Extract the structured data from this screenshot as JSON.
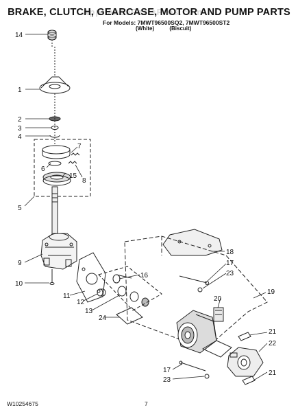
{
  "header": {
    "title": "BRAKE, CLUTCH, GEARCASE, MOTOR AND PUMP PARTS",
    "models_line": "For Models: 7MWT96500SQ2, 7MWT96500ST2",
    "variant_white": "(White)",
    "variant_biscuit": "(Biscuit)",
    "watermark": "AppliancePartsPros.com"
  },
  "footer": {
    "document_code": "W10254675",
    "page_number": "7"
  },
  "callouts": [
    {
      "id": "c14a",
      "label": "14"
    },
    {
      "id": "c1",
      "label": "1"
    },
    {
      "id": "c2",
      "label": "2"
    },
    {
      "id": "c3",
      "label": "3"
    },
    {
      "id": "c4",
      "label": "4"
    },
    {
      "id": "c7",
      "label": "7"
    },
    {
      "id": "c6",
      "label": "6"
    },
    {
      "id": "c15",
      "label": "15"
    },
    {
      "id": "c8",
      "label": "8"
    },
    {
      "id": "c5",
      "label": "5"
    },
    {
      "id": "c9",
      "label": "9"
    },
    {
      "id": "c10",
      "label": "10"
    },
    {
      "id": "c11",
      "label": "11"
    },
    {
      "id": "c12",
      "label": "12"
    },
    {
      "id": "c13",
      "label": "13"
    },
    {
      "id": "c16",
      "label": "16"
    },
    {
      "id": "c24",
      "label": "24"
    },
    {
      "id": "c18",
      "label": "18"
    },
    {
      "id": "c17a",
      "label": "17"
    },
    {
      "id": "c23a",
      "label": "23"
    },
    {
      "id": "c19",
      "label": "19"
    },
    {
      "id": "c20",
      "label": "20"
    },
    {
      "id": "c21a",
      "label": "21"
    },
    {
      "id": "c22",
      "label": "22"
    },
    {
      "id": "c21b",
      "label": "21"
    },
    {
      "id": "c17b",
      "label": "17"
    },
    {
      "id": "c23b",
      "label": "23"
    }
  ]
}
